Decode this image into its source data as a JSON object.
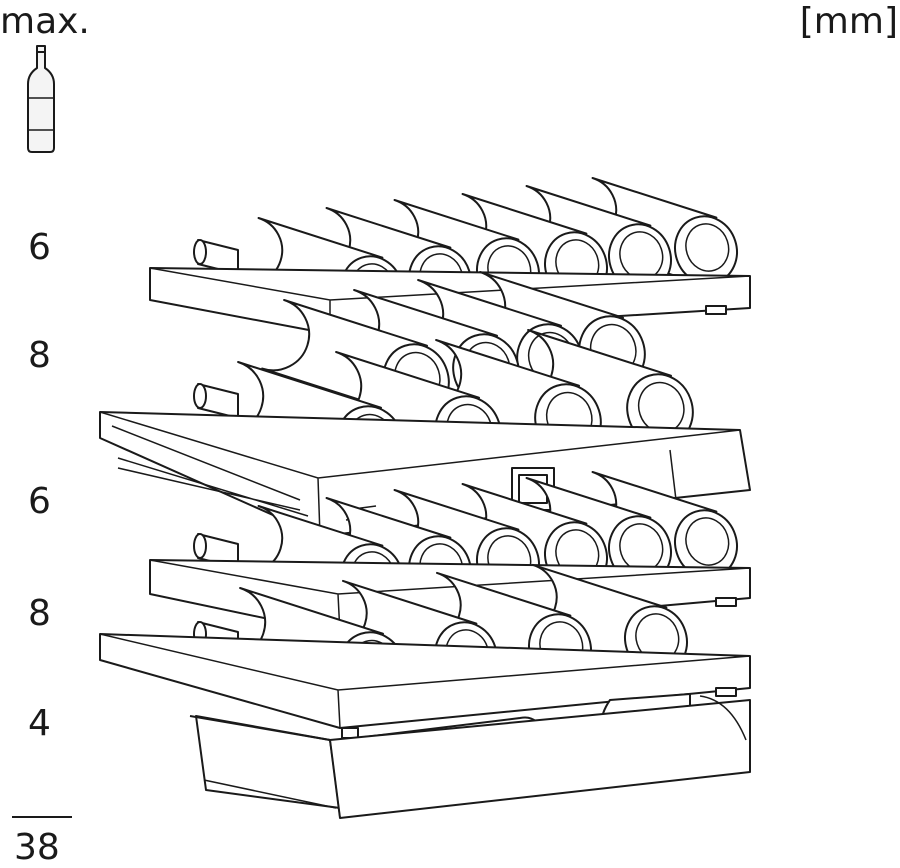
{
  "header": {
    "max_label": "max.",
    "unit_label": "[mm]"
  },
  "icons": {
    "bottle": "wine-bottle-icon"
  },
  "shelves": [
    {
      "count": "6"
    },
    {
      "count": "8"
    },
    {
      "count": "6"
    },
    {
      "count": "8"
    },
    {
      "count": "4"
    }
  ],
  "total": "38"
}
